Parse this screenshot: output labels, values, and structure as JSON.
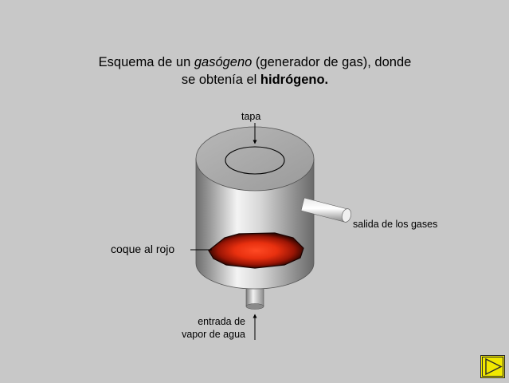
{
  "title": {
    "line1_prefix": "Esquema de un ",
    "line1_italic": "gasógeno",
    "line1_suffix": " (generador de gas), donde",
    "line2_prefix": "se obtenía el ",
    "line2_bold": "hidrógeno."
  },
  "labels": {
    "tapa": "tapa",
    "salida": "salida de los gases",
    "coque": "coque al rojo",
    "entrada_line1": "entrada de",
    "entrada_line2": "vapor de agua"
  },
  "nav": {
    "next_icon": "play-triangle-icon"
  },
  "colors": {
    "background": "#c8c8c8",
    "button_fill": "#f0e800",
    "button_border": "#2a2a2a",
    "glow_center": "#ff3a1a",
    "glow_edge": "#4a0800"
  }
}
